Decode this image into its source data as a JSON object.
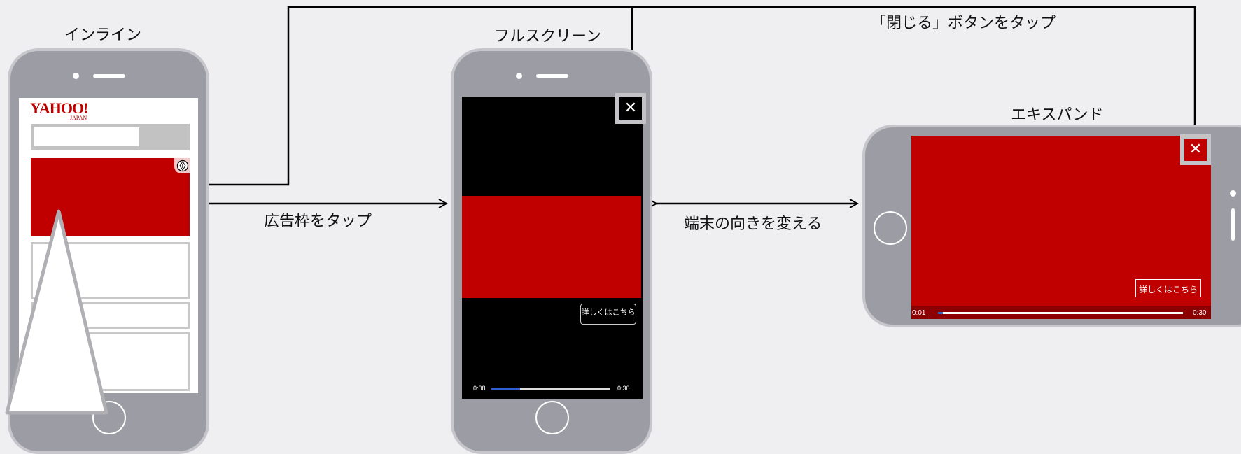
{
  "labels": {
    "inline": "インライン",
    "fullscreen": "フルスクリーン",
    "expand": "エキスパンド",
    "close_tap": "「閉じる」ボタンをタップ",
    "ad_tap": "広告枠をタップ",
    "rotate": "端末の向きを変える"
  },
  "inline_phone": {
    "logo_main": "YAHOO!",
    "logo_sub": "JAPAN"
  },
  "fullscreen_phone": {
    "close_glyph": "✕",
    "more_button": "詳しくはこちら",
    "time_current": "0:08",
    "time_total": "0:30"
  },
  "expand_phone": {
    "close_glyph": "✕",
    "more_button": "詳しくはこちら",
    "time_current": "0:01",
    "time_total": "0:30"
  },
  "colors": {
    "ad_red": "#c00000",
    "phone_gray": "#9c9ca4",
    "background": "#efeff2"
  }
}
